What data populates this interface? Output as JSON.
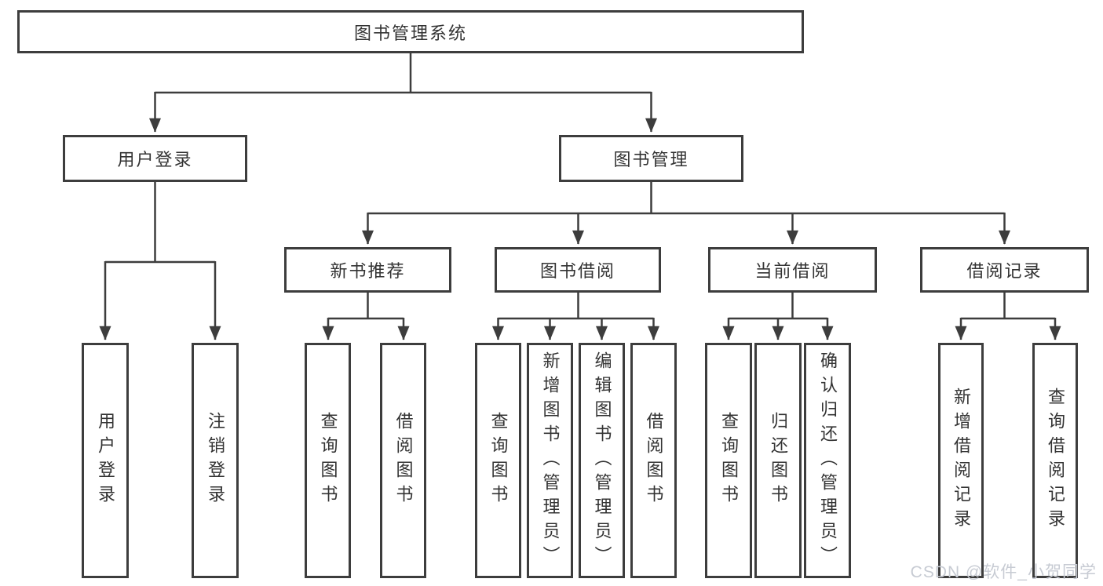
{
  "tree": {
    "label": "图书管理系统",
    "children": [
      {
        "label": "用户登录",
        "children": [
          {
            "label": "用户登录"
          },
          {
            "label": "注销登录"
          }
        ]
      },
      {
        "label": "图书管理",
        "children": [
          {
            "label": "新书推荐",
            "children": [
              {
                "label": "查询图书"
              },
              {
                "label": "借阅图书"
              }
            ]
          },
          {
            "label": "图书借阅",
            "children": [
              {
                "label": "查询图书"
              },
              {
                "label": "新增图书（管理员）"
              },
              {
                "label": "编辑图书（管理员）"
              },
              {
                "label": "借阅图书"
              }
            ]
          },
          {
            "label": "当前借阅",
            "children": [
              {
                "label": "查询图书"
              },
              {
                "label": "归还图书"
              },
              {
                "label": "确认归还（管理员）"
              }
            ]
          },
          {
            "label": "借阅记录",
            "children": [
              {
                "label": "新增借阅记录"
              },
              {
                "label": "查询借阅记录"
              }
            ]
          }
        ]
      }
    ]
  },
  "watermark": {
    "text": "CSDN @软件_小贺同学"
  },
  "colors": {
    "line": "#3d3d3d",
    "box_border": "#3d3d3d",
    "box_background": "#ffffff",
    "text": "#333333",
    "watermark": "#c7cbd3"
  }
}
